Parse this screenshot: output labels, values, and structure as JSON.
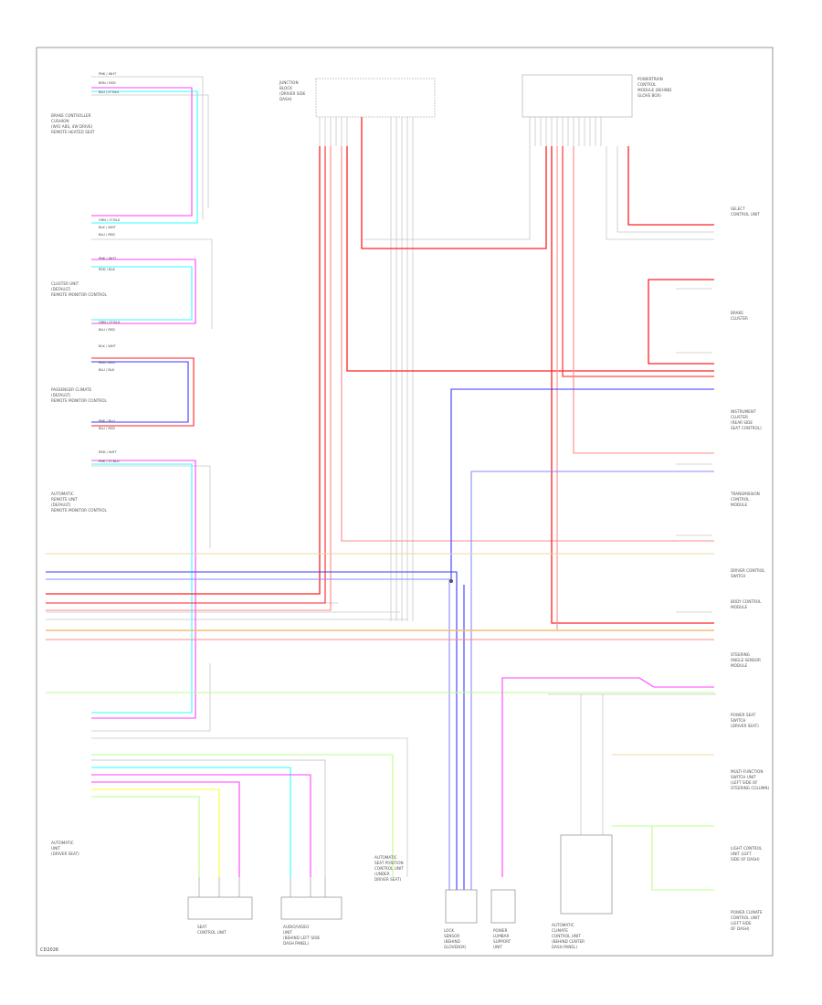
{
  "diagram": {
    "footer_code": "CD2026",
    "colors": {
      "red": "#ff2020",
      "pink": "#ff8a8a",
      "blue": "#3a3aff",
      "lightblue": "#8a8aff",
      "magenta": "#ff40ff",
      "cyan": "#30ffff",
      "yellow": "#ffff30",
      "lightgreen": "#b8ff8a",
      "orange": "#f0c070",
      "tan": "#e8d8a0",
      "gray": "#c8c8c8",
      "frame": "#999999"
    },
    "left_modules": [
      {
        "id": "m1",
        "lines": [
          "BRAKE CONTROLLER",
          "CUSHION",
          "(W/O ABS, 4W DRIVE)",
          "REMOTE HEATED SEAT"
        ],
        "wires": [
          "PNK / WHT",
          "BRN / RED",
          "BLU / LT BLU"
        ]
      },
      {
        "id": "m2",
        "lines": [
          "CLUSTER UNIT",
          "(DEFAULT)",
          "REMOTE MONITOR CONTROL"
        ],
        "wires": [
          "GRN / LT BLU",
          "BLK / WHT",
          "BLU / RED",
          "PNK / WHT",
          "RED / BLK"
        ]
      },
      {
        "id": "m3",
        "lines": [
          "PASSENGER CLIMATE",
          "(DEFAULT)",
          "REMOTE MONITOR CONTROL"
        ],
        "wires": [
          "GRN / LT BLU",
          "BLU / RED",
          "BLK / WHT",
          "RED / BLU",
          "BLU / BLK"
        ]
      },
      {
        "id": "m4",
        "lines": [
          "AUTOMATIC",
          "REMOTE UNIT",
          "(DEFAULT)",
          "REMOTE MONITOR CONTROL"
        ],
        "wires": [
          "PNK / BLU",
          "BLU / RED",
          "RED / WHT",
          "PNK / LT BLU"
        ]
      }
    ],
    "bottom_modules": [
      {
        "id": "b1",
        "lines": [
          "AUTOMATIC",
          "UNIT",
          "(DRIVER SEAT)"
        ]
      },
      {
        "id": "b2",
        "lines": [
          "SEAT",
          "CONTROL UNIT"
        ]
      },
      {
        "id": "b3",
        "lines": [
          "AUDIO/VIDEO",
          "UNIT",
          "(BEHIND LEFT SIDE",
          "DASH PANEL)"
        ]
      },
      {
        "id": "b4",
        "lines": [
          "AUTOMATIC",
          "SEAT POSITION",
          "CONTROL UNIT",
          "(UNDER",
          "DRIVER SEAT)"
        ]
      },
      {
        "id": "b5",
        "lines": [
          "LOCK",
          "SENSOR",
          "(BEHIND",
          "GLOVEBOX)"
        ]
      },
      {
        "id": "b6",
        "lines": [
          "POWER",
          "LUMBAR",
          "SUPPORT",
          "UNIT"
        ]
      },
      {
        "id": "b7",
        "lines": [
          "AUTOMATIC",
          "CLIMATE",
          "CONTROL UNIT",
          "(BEHIND CENTER",
          "DASH PANEL)"
        ]
      }
    ],
    "top_connectors": [
      {
        "id": "t1",
        "lines": [
          "JUNCTION",
          "BLOCK",
          "(DRIVER SIDE",
          "DASH)"
        ]
      },
      {
        "id": "t2",
        "lines": [
          "POWERTRAIN",
          "CONTROL",
          "MODULE (BEHIND",
          "GLOVE BOX)"
        ]
      }
    ],
    "right_modules": [
      {
        "id": "r1",
        "lines": [
          "SELECT",
          "CONTROL UNIT"
        ]
      },
      {
        "id": "r2",
        "lines": [
          "BRAKE",
          "CLUSTER"
        ]
      },
      {
        "id": "r3",
        "lines": [
          "INSTRUMENT",
          "CLUSTER",
          "(REAR SIDE",
          "SEAT CONTROL)"
        ]
      },
      {
        "id": "r4",
        "lines": [
          "TRANSMISSION",
          "CONTROL",
          "MODULE"
        ]
      },
      {
        "id": "r5",
        "lines": [
          "DRIVER CONTROL",
          "SWITCH"
        ]
      },
      {
        "id": "r6",
        "lines": [
          "BODY CONTROL",
          "MODULE"
        ]
      },
      {
        "id": "r7",
        "lines": [
          "STEERING",
          "ANGLE SENSOR",
          "MODULE"
        ]
      },
      {
        "id": "r8",
        "lines": [
          "POWER SEAT",
          "SWITCH",
          "(DRIVER SEAT)"
        ]
      },
      {
        "id": "r9",
        "lines": [
          "MULTI-FUNCTION",
          "SWITCH UNIT",
          "(LEFT SIDE OF",
          "STEERING COLUMN)"
        ]
      },
      {
        "id": "r10",
        "lines": [
          "LIGHT CONTROL",
          "UNIT (LEFT",
          "SIDE OF DASH)"
        ]
      },
      {
        "id": "r11",
        "lines": [
          "POWER CLIMATE",
          "CONTROL UNIT",
          "(LEFT SIDE",
          "OF DASH)"
        ]
      }
    ]
  }
}
